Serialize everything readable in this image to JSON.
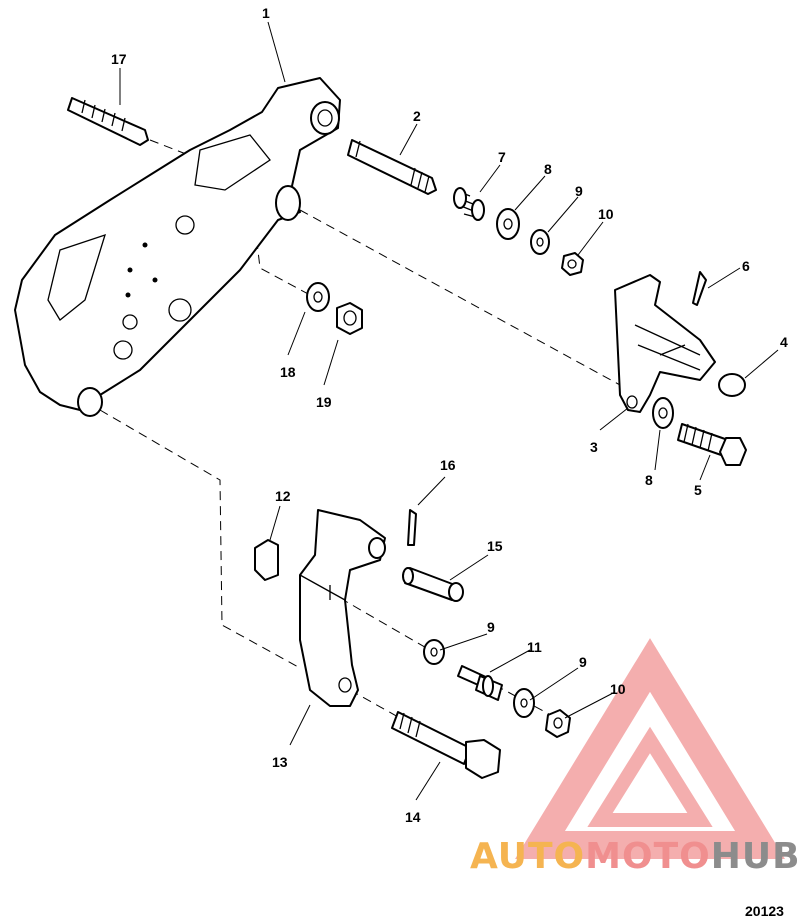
{
  "callouts": {
    "c1": "1",
    "c2": "2",
    "c3": "3",
    "c4": "4",
    "c5": "5",
    "c6": "6",
    "c7": "7",
    "c8a": "8",
    "c8b": "8",
    "c9a": "9",
    "c9b": "9",
    "c9c": "9",
    "c10a": "10",
    "c10b": "10",
    "c11": "11",
    "c12": "12",
    "c13": "13",
    "c14": "14",
    "c15": "15",
    "c16": "16",
    "c17": "17",
    "c18": "18",
    "c19": "19"
  },
  "watermark": {
    "brand_part1": "AUTO",
    "brand_part2": "MOTO",
    "brand_part3": "HUB",
    "color_orange": "#f5b451",
    "color_red": "#f08f8f",
    "color_grey": "#8c8c8c"
  },
  "figure_number": "20123"
}
